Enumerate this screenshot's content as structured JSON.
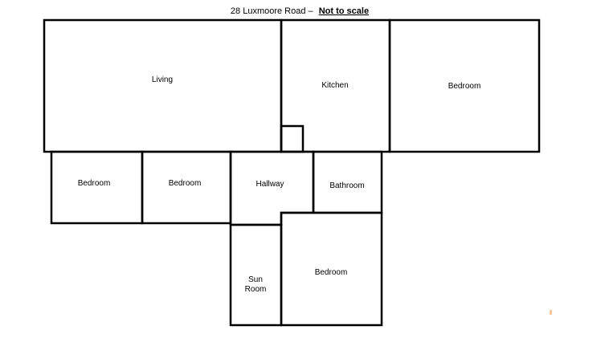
{
  "title": {
    "address": "28 Luxmoore Road –",
    "note": "Not to scale"
  },
  "rooms": {
    "living": "Living",
    "kitchen": "Kitchen",
    "bedroom_top_right": "Bedroom",
    "bedroom_left_1": "Bedroom",
    "bedroom_left_2": "Bedroom",
    "hallway": "Hallway",
    "bathroom": "Bathroom",
    "sun_room_line1": "Sun",
    "sun_room_line2": "Room",
    "bedroom_bottom": "Bedroom"
  },
  "colors": {
    "wall": "#000000",
    "background": "#ffffff",
    "stray_mark": "#f7c99a"
  }
}
